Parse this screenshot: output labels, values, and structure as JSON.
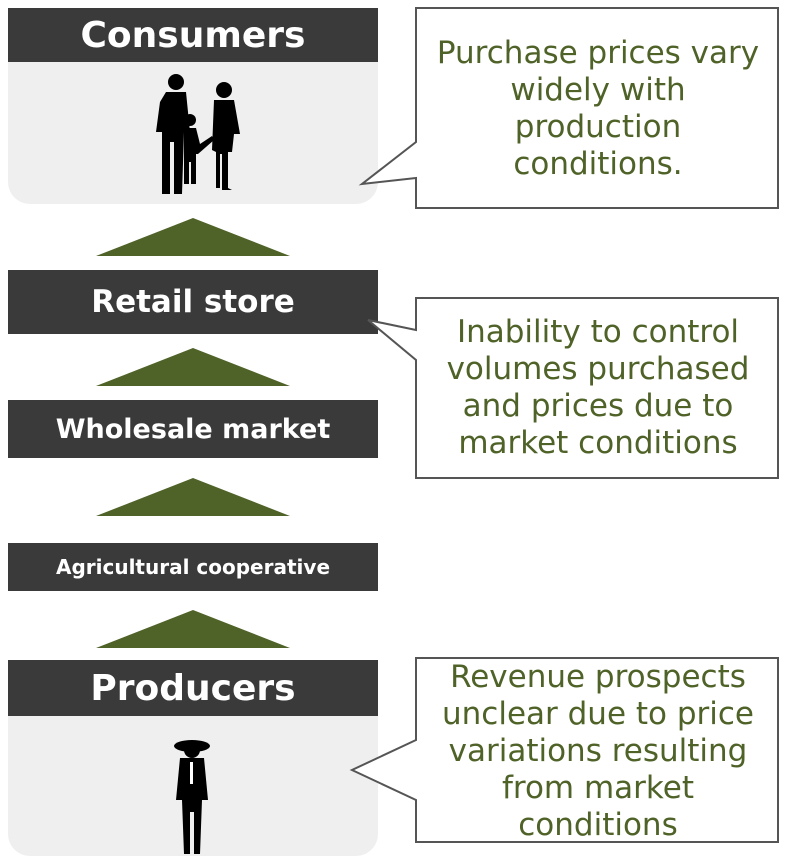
{
  "stages": {
    "consumers": "Consumers",
    "retail": "Retail store",
    "wholesale": "Wholesale market",
    "cooperative": "Agricultural cooperative",
    "producers": "Producers"
  },
  "notes": {
    "consumers": "Purchase prices vary widely with production conditions.",
    "retail": "Inability to control volumes purchased and prices due to market conditions",
    "producers": "Revenue prospects unclear due to price variations resulting from market conditions"
  },
  "colors": {
    "stage_bg": "#3a3a3a",
    "panel_bg": "#efefef",
    "arrow": "#4f6228",
    "note_text": "#4f6228"
  },
  "icons": {
    "consumers": "family-silhouette-icon",
    "producers": "farmer-silhouette-icon"
  }
}
